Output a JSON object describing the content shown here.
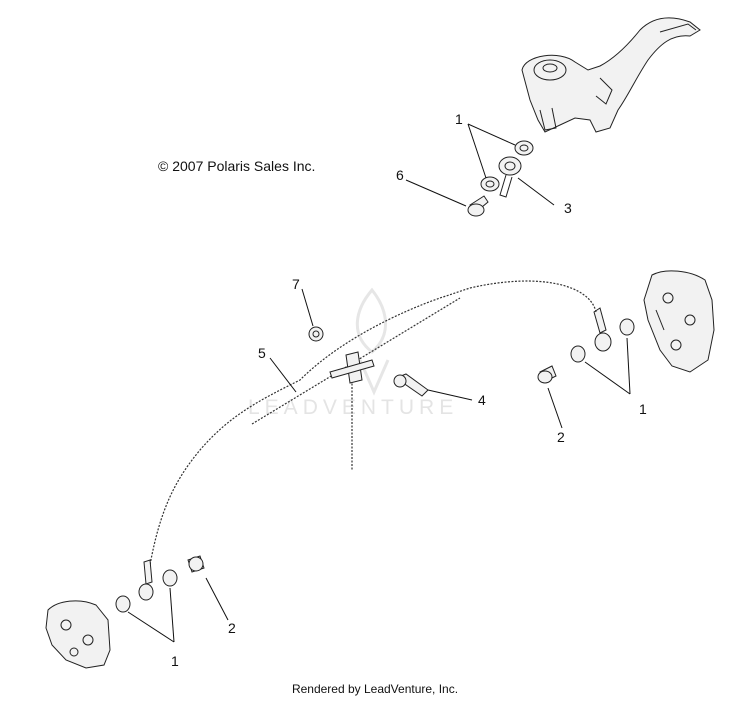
{
  "copyright": "© 2007 Polaris Sales Inc.",
  "rendered_by": "Rendered by LeadVenture, Inc.",
  "watermark": "LEADVENTURE",
  "callouts": [
    "1",
    "6",
    "3",
    "7",
    "5",
    "4",
    "2",
    "1",
    "1",
    "2"
  ]
}
